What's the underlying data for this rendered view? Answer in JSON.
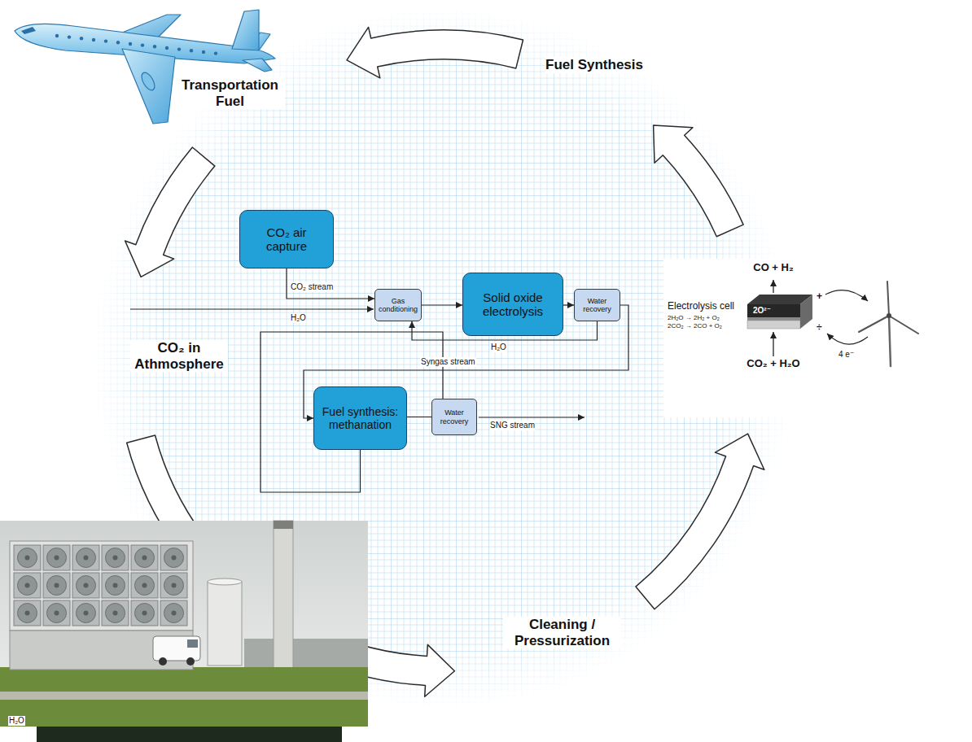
{
  "diagram": {
    "nodes": [
      {
        "text": [
          "CO₂ air capture"
        ]
      },
      {
        "text": [
          "Gas conditioning"
        ]
      },
      {
        "text": [
          "Solid oxide electrolysis"
        ]
      },
      {
        "text": [
          "Water recovery"
        ]
      },
      {
        "text": [
          "Fuel synthesis: methanation"
        ]
      },
      {
        "text": [
          "Water recovery"
        ]
      }
    ],
    "edges": [
      {
        "from": 0,
        "to": 1,
        "arrow": "to",
        "label": "CO₂ stream"
      },
      {
        "from": 1,
        "to": 2,
        "arrow": "to"
      },
      {
        "from": 2,
        "to": 3,
        "arrow": "to"
      },
      {
        "from": 3,
        "to": 1,
        "arrow": "to",
        "label": "H₂O"
      },
      {
        "from": 3,
        "to": 4,
        "arrow": "to",
        "label": "Syngas stream"
      },
      {
        "from": 4,
        "to": 5,
        "arrow": "to"
      },
      {
        "from": 5,
        "to": 1,
        "arrow": "to",
        "label": "H₂O"
      }
    ],
    "labels": [
      "Transportation Fuel",
      "Fuel Synthesis",
      "CO₂ in Athmosphere",
      "Cleaning / Pressurization",
      "H₂O",
      "SNG stream",
      "Electrolysis cell",
      "2H₂O → 2H₂ + O₂",
      "2CO₂ → 2CO + O₂",
      "CO + H₂",
      "2O²⁻",
      "CO₂ + H₂O",
      "+",
      "÷",
      "4 e⁻"
    ]
  }
}
